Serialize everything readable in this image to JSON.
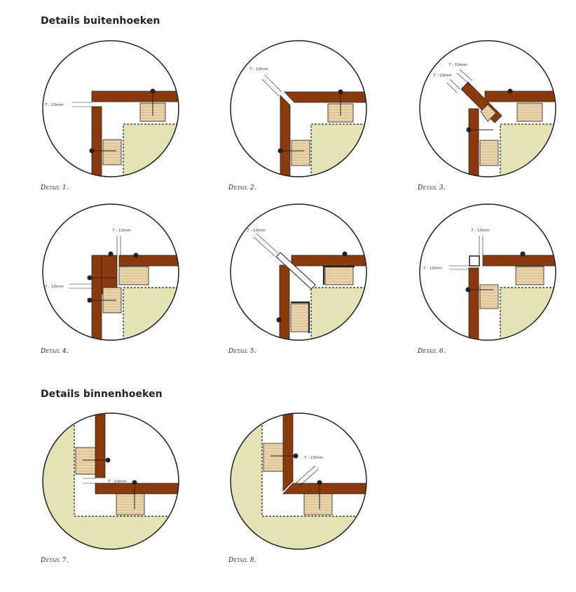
{
  "headings": {
    "outer": "Details buitenhoeken",
    "inner": "Details binnenhoeken"
  },
  "colors": {
    "wood_dark": "#8B3A0E",
    "wood_light": "#E9D3A8",
    "insulation": "#E3E3B4",
    "outline": "#222222"
  },
  "dimension_label": "7 - 10mm",
  "details": [
    {
      "id": "detail-1",
      "caption": "Detail 1.",
      "dims": [
        "7 - 10mm"
      ]
    },
    {
      "id": "detail-2",
      "caption": "Detail 2.",
      "dims": [
        "7 - 10mm"
      ]
    },
    {
      "id": "detail-3",
      "caption": "Detail 3.",
      "dims": [
        "7 - 10mm",
        "7 - 10mm"
      ]
    },
    {
      "id": "detail-4",
      "caption": "Detail 4.",
      "dims": [
        "7 - 10mm",
        "7 - 10mm"
      ]
    },
    {
      "id": "detail-5",
      "caption": "Detail 5.",
      "dims": [
        "7 - 10mm"
      ]
    },
    {
      "id": "detail-6",
      "caption": "Detail 6.",
      "dims": [
        "7 - 10mm",
        "7 - 10mm"
      ]
    },
    {
      "id": "detail-7",
      "caption": "Detail 7.",
      "dims": [
        "7 - 10mm"
      ]
    },
    {
      "id": "detail-8",
      "caption": "Detail 8.",
      "dims": [
        "7 - 10mm"
      ]
    }
  ]
}
